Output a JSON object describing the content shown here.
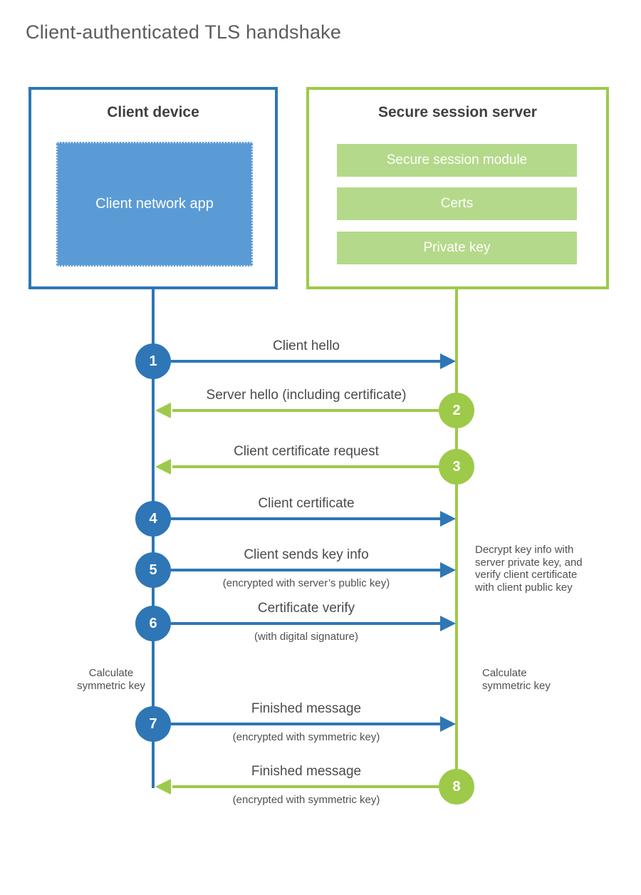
{
  "title": "Client-authenticated TLS handshake",
  "colors": {
    "blue_accent": "#2e76b5",
    "blue_fill": "#5b9bd5",
    "green_accent": "#9dca49",
    "green_fill": "#b5d98a"
  },
  "client_box": {
    "title": "Client device",
    "app_label": "Client network app"
  },
  "server_box": {
    "title": "Secure session server",
    "modules": [
      "Secure session module",
      "Certs",
      "Private key"
    ]
  },
  "messages": [
    {
      "num": "1",
      "from": "client",
      "to": "server",
      "label": "Client hello",
      "sublabel": ""
    },
    {
      "num": "2",
      "from": "server",
      "to": "client",
      "label": "Server hello (including certificate)",
      "sublabel": ""
    },
    {
      "num": "3",
      "from": "server",
      "to": "client",
      "label": "Client certificate request",
      "sublabel": ""
    },
    {
      "num": "4",
      "from": "client",
      "to": "server",
      "label": "Client certificate",
      "sublabel": ""
    },
    {
      "num": "5",
      "from": "client",
      "to": "server",
      "label": "Client sends key info",
      "sublabel": "(encrypted with server’s public key)"
    },
    {
      "num": "6",
      "from": "client",
      "to": "server",
      "label": "Certificate verify",
      "sublabel": "(with digital signature)"
    },
    {
      "num": "7",
      "from": "client",
      "to": "server",
      "label": "Finished message",
      "sublabel": "(encrypted with symmetric key)"
    },
    {
      "num": "8",
      "from": "server",
      "to": "client",
      "label": "Finished message",
      "sublabel": "(encrypted with symmetric key)"
    }
  ],
  "notes": {
    "decrypt": "Decrypt key info with server private key, and verify client certificate with client public key",
    "calc_left": "Calculate symmetric key",
    "calc_right": "Calculate symmetric key"
  }
}
